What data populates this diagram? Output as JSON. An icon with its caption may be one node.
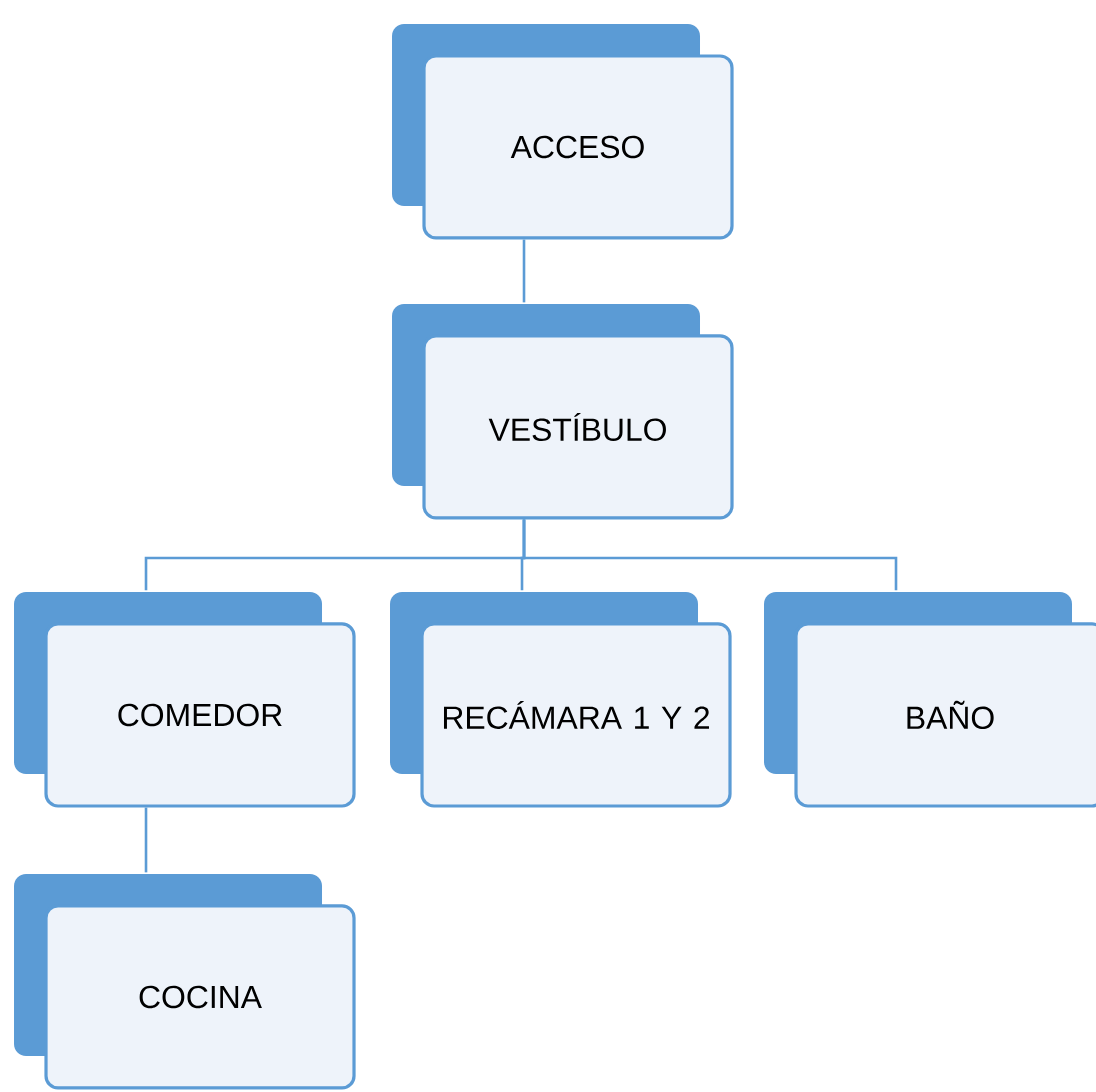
{
  "diagram": {
    "nodes": [
      {
        "text": [
          "ACCESO"
        ]
      },
      {
        "text": [
          "VESTÍBULO"
        ]
      },
      {
        "text": [
          "COMEDOR"
        ]
      },
      {
        "text": [
          "RECÁMARA 1 Y 2"
        ]
      },
      {
        "text": [
          "BAÑO"
        ]
      },
      {
        "text": [
          "COCINA"
        ]
      }
    ],
    "edges": [
      {
        "from": 0,
        "to": 1,
        "arrow": "none"
      },
      {
        "from": 1,
        "to": 2,
        "arrow": "none"
      },
      {
        "from": 1,
        "to": 3,
        "arrow": "none"
      },
      {
        "from": 1,
        "to": 4,
        "arrow": "none"
      },
      {
        "from": 2,
        "to": 5,
        "arrow": "none"
      }
    ]
  }
}
